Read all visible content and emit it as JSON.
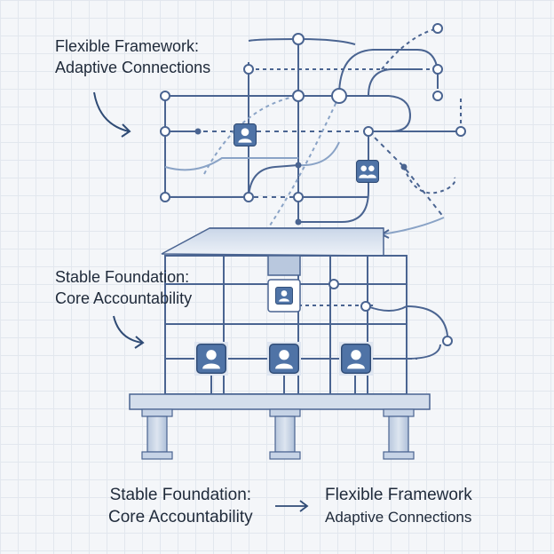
{
  "labels": {
    "top": {
      "line1": "Flexible Framework:",
      "line2": "Adaptive Connections"
    },
    "middle": {
      "line1": "Stable Foundation:",
      "line2": "Core Accountability"
    }
  },
  "caption": {
    "left": {
      "line1": "Stable Foundation:",
      "line2": "Core Accountability"
    },
    "right": {
      "line1": "Flexible Framework",
      "line2": "Adaptive Connections"
    }
  },
  "icons": {
    "person": "person-icon",
    "group": "group-icon",
    "arrow": "arrow-right-icon"
  },
  "colors": {
    "line": "#4a6491",
    "accent": "#4f73a6",
    "text": "#1f2a3a"
  }
}
